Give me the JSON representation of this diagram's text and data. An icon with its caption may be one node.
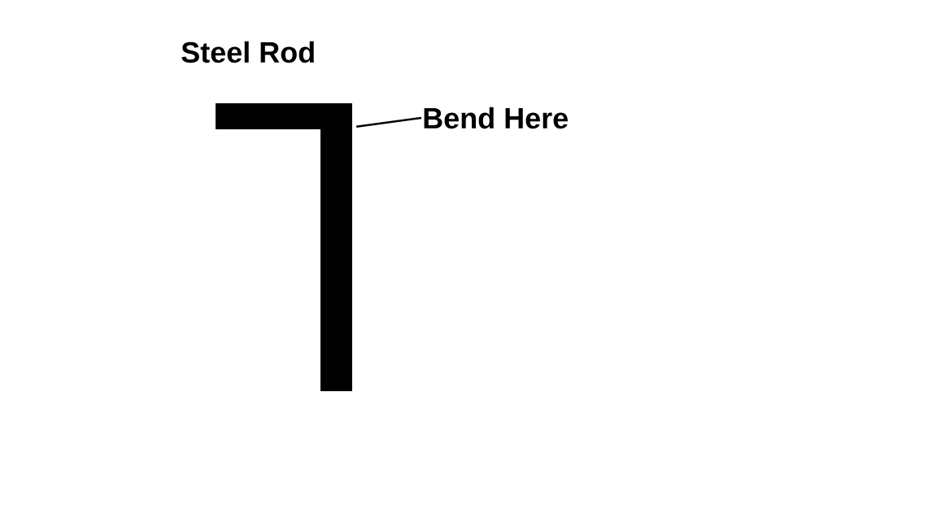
{
  "diagram": {
    "title": "Steel Rod",
    "nodes": [
      {
        "text": [
          "Bend Here"
        ]
      },
      {
        "text": [],
        "shape": "picture"
      }
    ],
    "edges": [
      {
        "from": 0,
        "to": 1,
        "arrow": "none"
      }
    ]
  }
}
